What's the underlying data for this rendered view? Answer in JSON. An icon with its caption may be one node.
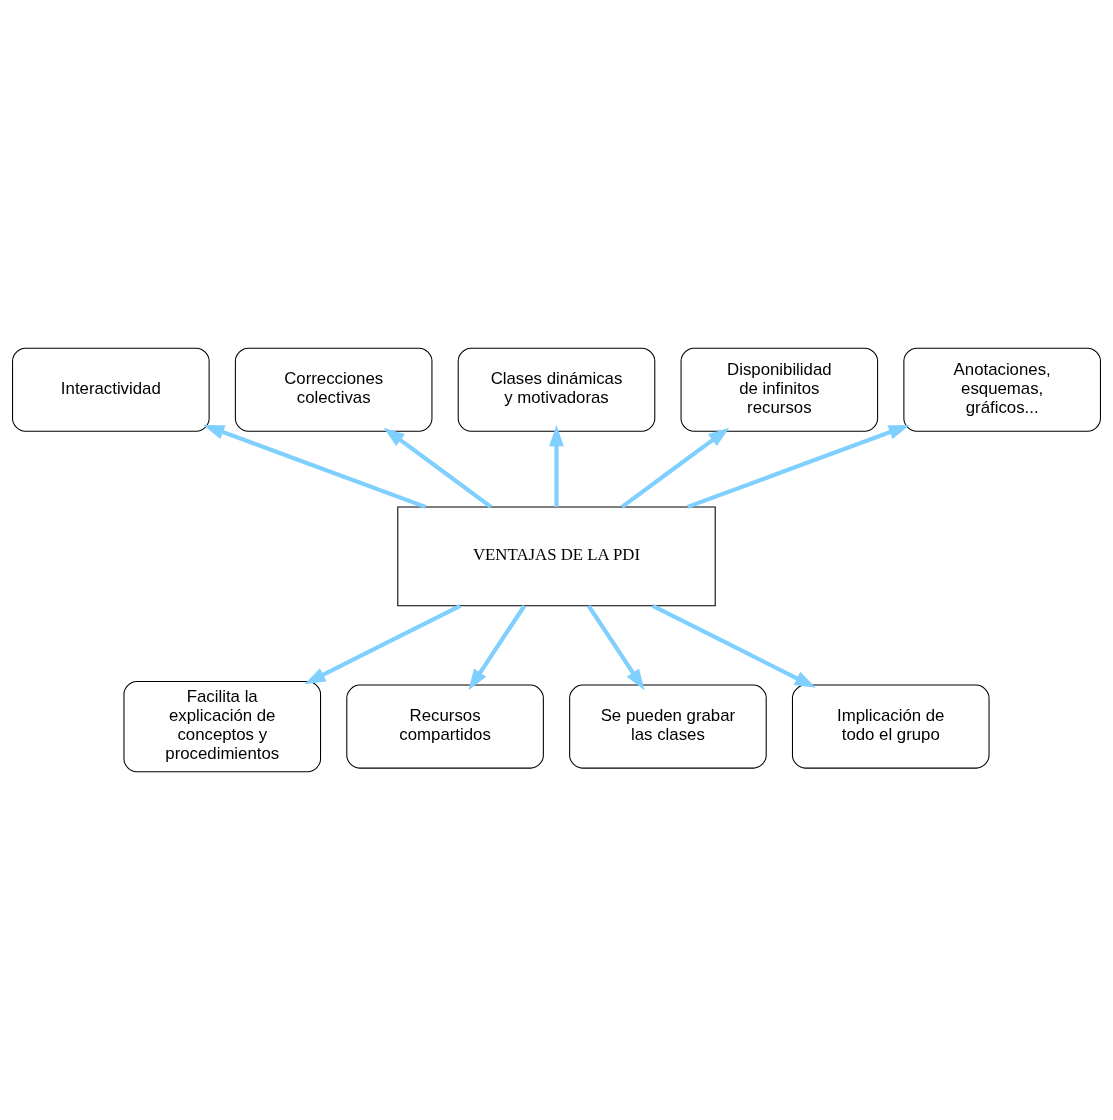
{
  "diagram": {
    "nodes": [
      {
        "text": [
          "Interactividad"
        ]
      },
      {
        "text": [
          "Correcciones colectivas"
        ]
      },
      {
        "text": [
          "Clases dinámicas y motivadoras"
        ]
      },
      {
        "text": [
          "Disponibilidad de infinitos recursos"
        ]
      },
      {
        "text": [
          "Anotaciones, esquemas, gráficos..."
        ]
      },
      {
        "text": [
          "VENTAJAS DE LA PDI"
        ]
      },
      {
        "text": [
          "Facilita la explicación de conceptos y procedimientos"
        ]
      },
      {
        "text": [
          "Recursos compartidos"
        ]
      },
      {
        "text": [
          "Se pueden grabar las clases"
        ]
      },
      {
        "text": [
          "Implicación de todo el grupo"
        ]
      }
    ],
    "edges": [
      {
        "from": 5,
        "to": 2,
        "arrow": "to"
      },
      {
        "from": 5,
        "to": 0,
        "arrow": "to"
      },
      {
        "from": 5,
        "to": 1,
        "arrow": "to"
      },
      {
        "from": 5,
        "to": 3,
        "arrow": "to"
      },
      {
        "from": 5,
        "to": 4,
        "arrow": "to"
      },
      {
        "from": 5,
        "to": 6,
        "arrow": "to"
      },
      {
        "from": 5,
        "to": 7,
        "arrow": "to"
      },
      {
        "from": 5,
        "to": 8,
        "arrow": "to"
      },
      {
        "from": 5,
        "to": 9,
        "arrow": "to"
      }
    ]
  }
}
